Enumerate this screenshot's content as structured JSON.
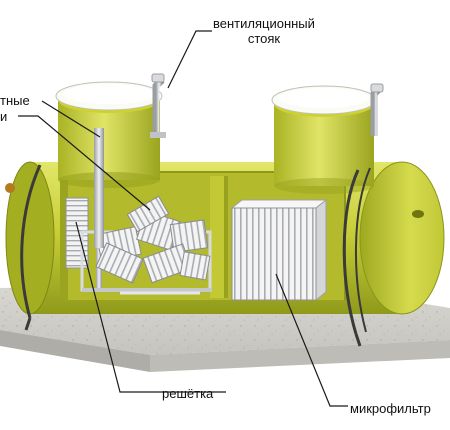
{
  "labels": {
    "vent_line1": "вентиляционный",
    "vent_line2": "стояк",
    "partial_top": "тные",
    "partial_bottom": "и",
    "grate": "решётка",
    "microfilter": "микрофильтр"
  },
  "colors": {
    "tank_body": "#c9cf3a",
    "tank_shadow": "#9aa51e",
    "tank_highlight": "#e4e76a",
    "interior": "#b4bb2c",
    "concrete": "#d7d6d1",
    "concrete_side": "#b9b8b2",
    "module_fill": "#f2f2f2",
    "pipe": "#cfd2d4",
    "strap": "#3a3a3a",
    "leader_line": "#1a1a1a"
  }
}
